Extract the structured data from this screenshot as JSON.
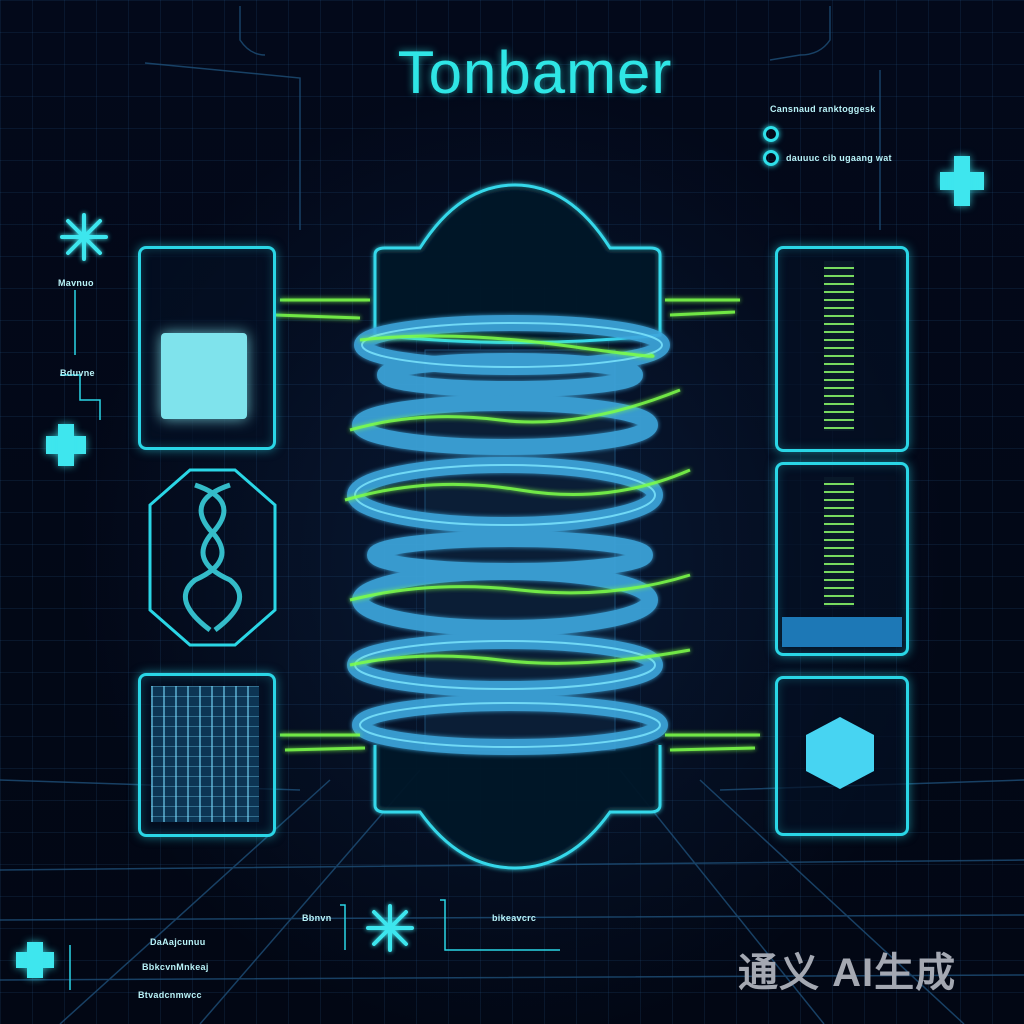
{
  "title": "Tonbamer",
  "top_right_legend": {
    "heading": "Cansnaud ranktoggesk",
    "items": [
      {
        "icon": "ring-icon",
        "label": ""
      },
      {
        "icon": "ring-icon",
        "label": "dauuuc cib ugaang wat"
      }
    ]
  },
  "left_side_labels": [
    "Mavnuo",
    "Bduvne"
  ],
  "bottom_center": {
    "left_label": "Bbnvn",
    "right_label": "bikeavcrc"
  },
  "bottom_left_labels": [
    "DaAajcunuu",
    "BbkcvnMnkeaj",
    "Btvadcnmwcc"
  ],
  "watermark": "通义 AI生成",
  "colors": {
    "background": "#020816",
    "accent_cyan": "#2fe6e6",
    "accent_green": "#7dff4a",
    "coil_blue": "#3ea6dc",
    "watermark": "#a4a8b2"
  }
}
